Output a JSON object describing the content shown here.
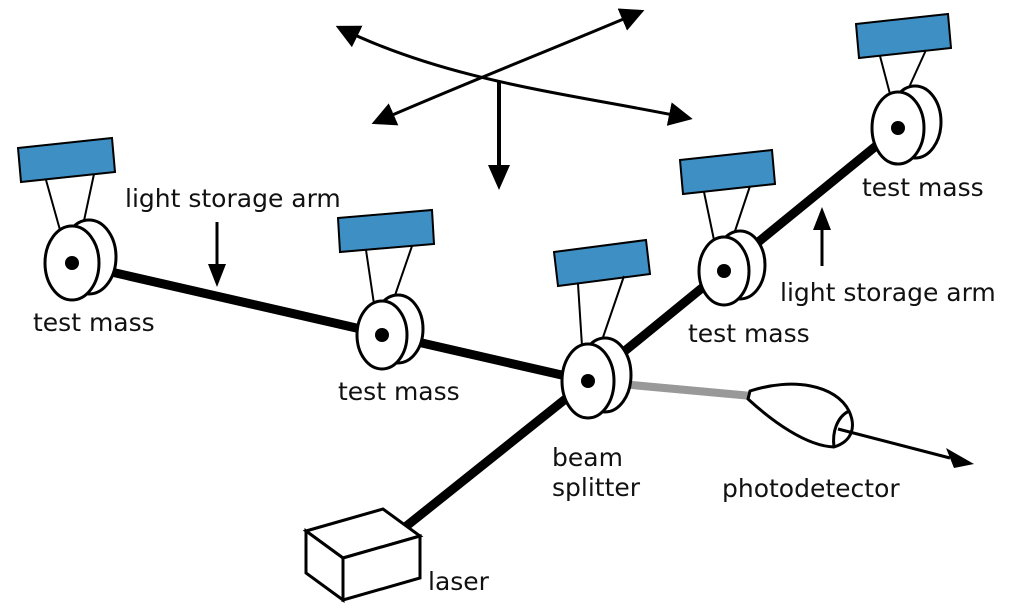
{
  "labels": {
    "light_storage_arm_left": "light storage arm",
    "light_storage_arm_right": "light storage arm",
    "test_mass_left": "test mass",
    "test_mass_mid": "test mass",
    "test_mass_upper": "test mass",
    "test_mass_right": "test mass",
    "beam_splitter_line1": "beam",
    "beam_splitter_line2": "splitter",
    "photodetector": "photodetector",
    "laser": "laser"
  },
  "colors": {
    "suspension_plate": "#3d8fc4",
    "beam": "#000000",
    "detector_beam": "#999999",
    "outline": "#000000",
    "background": "#ffffff"
  }
}
